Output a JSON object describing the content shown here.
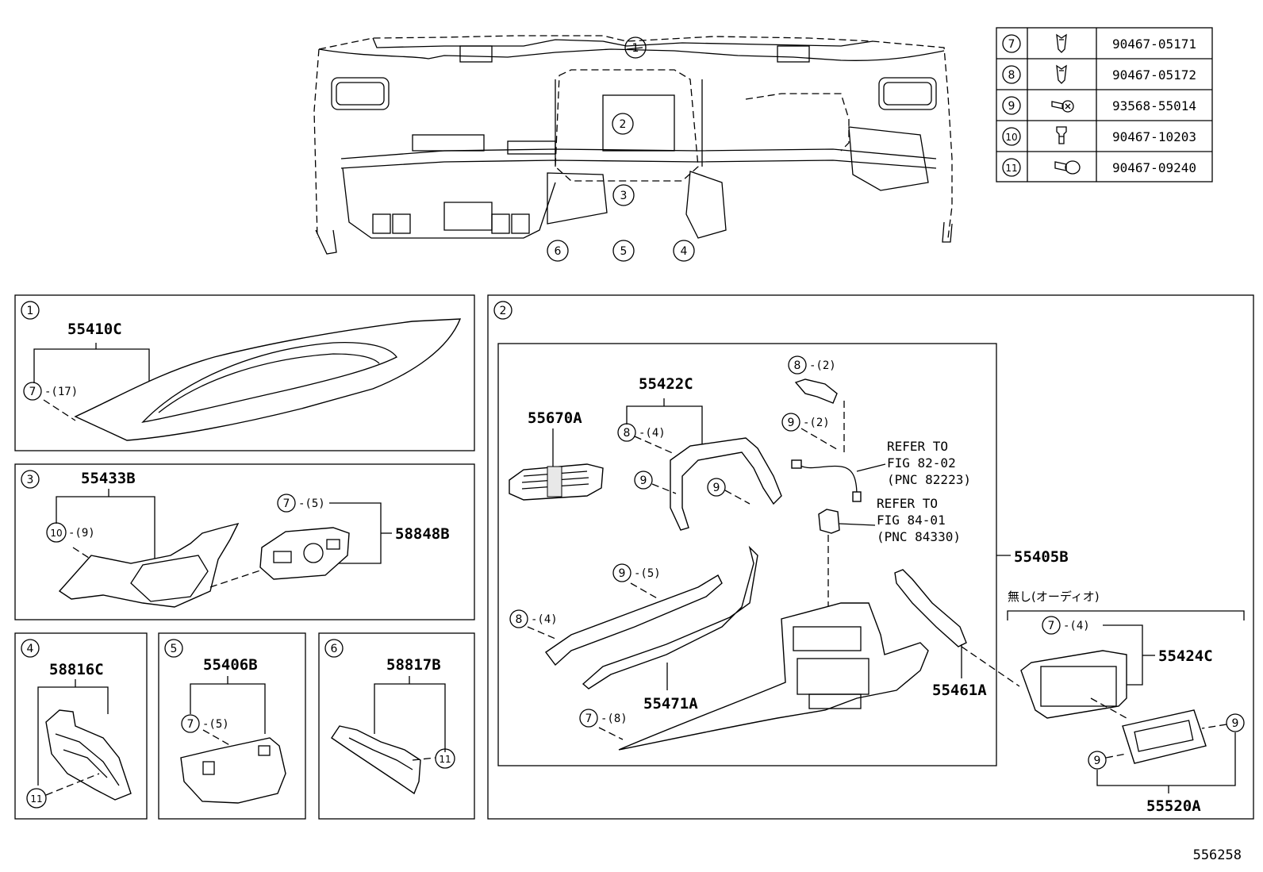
{
  "fastener_table": [
    {
      "callout": "7",
      "part_no": "90467-05171",
      "icon": "clip-icon"
    },
    {
      "callout": "8",
      "part_no": "90467-05172",
      "icon": "clip-icon"
    },
    {
      "callout": "9",
      "part_no": "93568-55014",
      "icon": "screw-icon"
    },
    {
      "callout": "10",
      "part_no": "90467-10203",
      "icon": "clip-icon"
    },
    {
      "callout": "11",
      "part_no": "90467-09240",
      "icon": "rivet-icon"
    }
  ],
  "overview": {
    "callouts": [
      "1",
      "2",
      "3",
      "4",
      "5",
      "6"
    ]
  },
  "panel1": {
    "number": "1",
    "part": "55410C",
    "callout": "7",
    "qty": "-(17)"
  },
  "panel3": {
    "number": "3",
    "part_a": "55433B",
    "callout_a": "10",
    "qty_a": "-(9)",
    "part_b": "58848B",
    "callout_b": "7",
    "qty_b": "-(5)"
  },
  "panel4": {
    "number": "4",
    "part": "58816C",
    "callout": "11"
  },
  "panel5": {
    "number": "5",
    "part": "55406B",
    "callout": "7",
    "qty": "-(5)"
  },
  "panel6": {
    "number": "6",
    "part": "58817B",
    "callout": "11"
  },
  "panel2": {
    "number": "2",
    "assembly": "55405B",
    "vent": "55670A",
    "bracket_part": "55422C",
    "bracket_callout": "8",
    "bracket_qty": "-(4)",
    "screw_callout": "9",
    "clip8_callout": "8",
    "clip8_qty": "-(2)",
    "clip9_callout": "9",
    "clip9_qty": "-(2)",
    "ref1": [
      "REFER TO",
      "FIG 82-02",
      "(PNC 82223)"
    ],
    "ref2": [
      "REFER TO",
      "FIG 84-01",
      "(PNC 84330)"
    ],
    "garnish_part": "55471A",
    "garnish_c9": "9",
    "garnish_q9": "-(5)",
    "garnish_c8": "8",
    "garnish_q8": "-(4)",
    "panel_callout": "7",
    "panel_qty": "-(8)",
    "side_part": "55461A",
    "audio_note": "無し(オーディオ)",
    "audio_part": "55424C",
    "audio_callout": "7",
    "audio_qty": "-(4)",
    "display_part": "55520A",
    "display_callout": "9"
  },
  "figure_id": "556258"
}
